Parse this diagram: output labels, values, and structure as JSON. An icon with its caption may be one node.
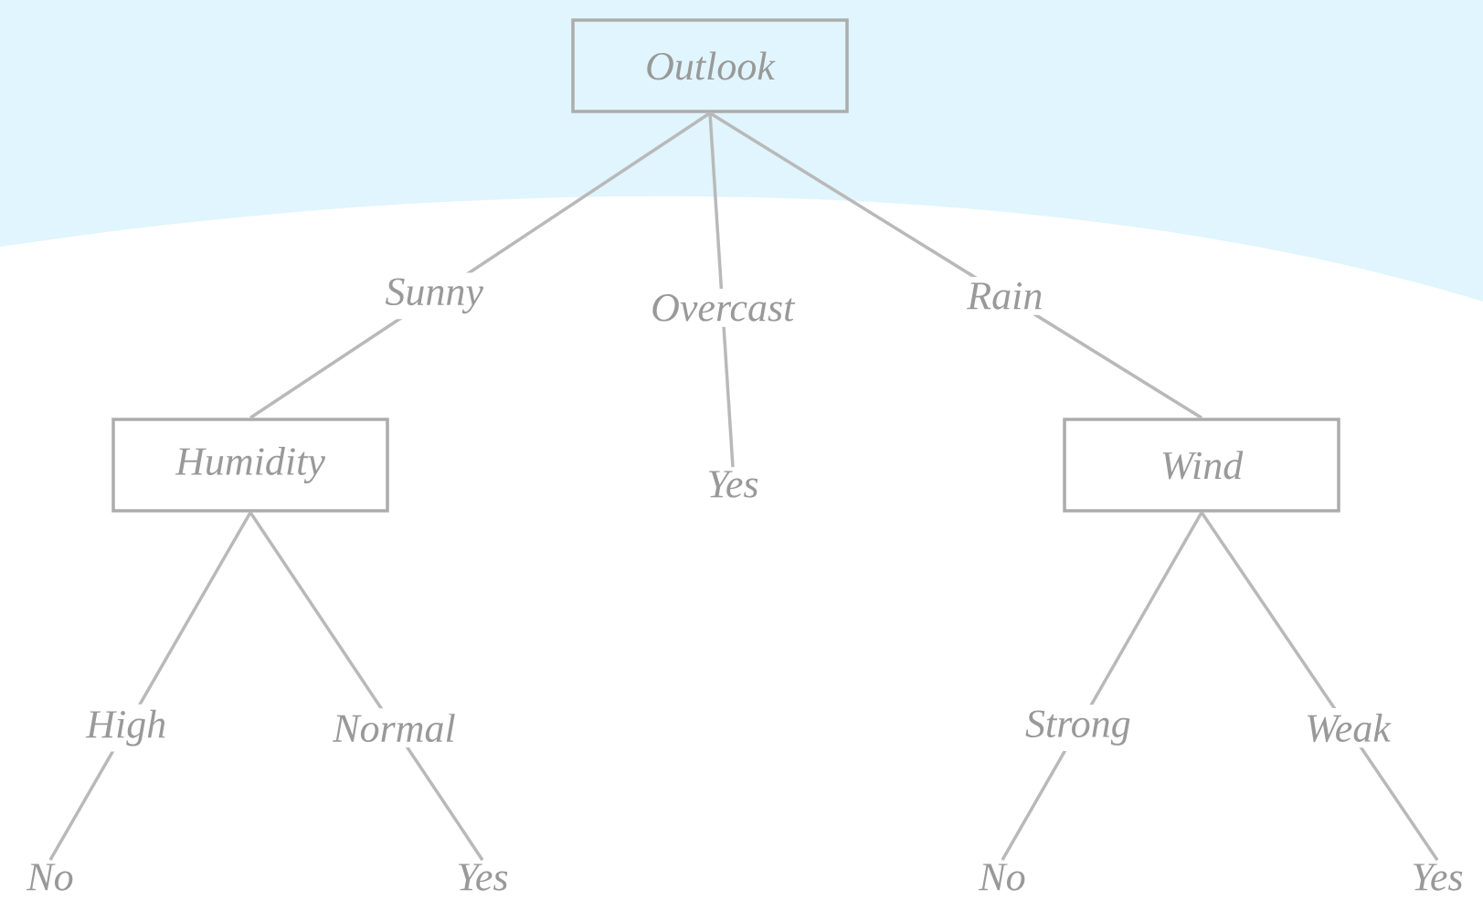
{
  "diagram": {
    "nodes": [
      {
        "text": [
          "Outlook"
        ]
      },
      {
        "text": [
          "Humidity"
        ]
      },
      {
        "text": [
          "Yes"
        ]
      },
      {
        "text": [
          "Wind"
        ]
      },
      {
        "text": [
          "No"
        ]
      },
      {
        "text": [
          "Yes"
        ]
      },
      {
        "text": [
          "No"
        ]
      },
      {
        "text": [
          "Yes"
        ]
      }
    ],
    "edges": [
      {
        "from": 0,
        "to": 1,
        "arrow": "none",
        "label": "Sunny"
      },
      {
        "from": 0,
        "to": 2,
        "arrow": "none",
        "label": "Overcast"
      },
      {
        "from": 0,
        "to": 3,
        "arrow": "none",
        "label": "Rain"
      },
      {
        "from": 1,
        "to": 4,
        "arrow": "none",
        "label": "High"
      },
      {
        "from": 1,
        "to": 5,
        "arrow": "none",
        "label": "Normal"
      },
      {
        "from": 3,
        "to": 6,
        "arrow": "none",
        "label": "Strong"
      },
      {
        "from": 3,
        "to": 7,
        "arrow": "none",
        "label": "Weak"
      }
    ]
  }
}
